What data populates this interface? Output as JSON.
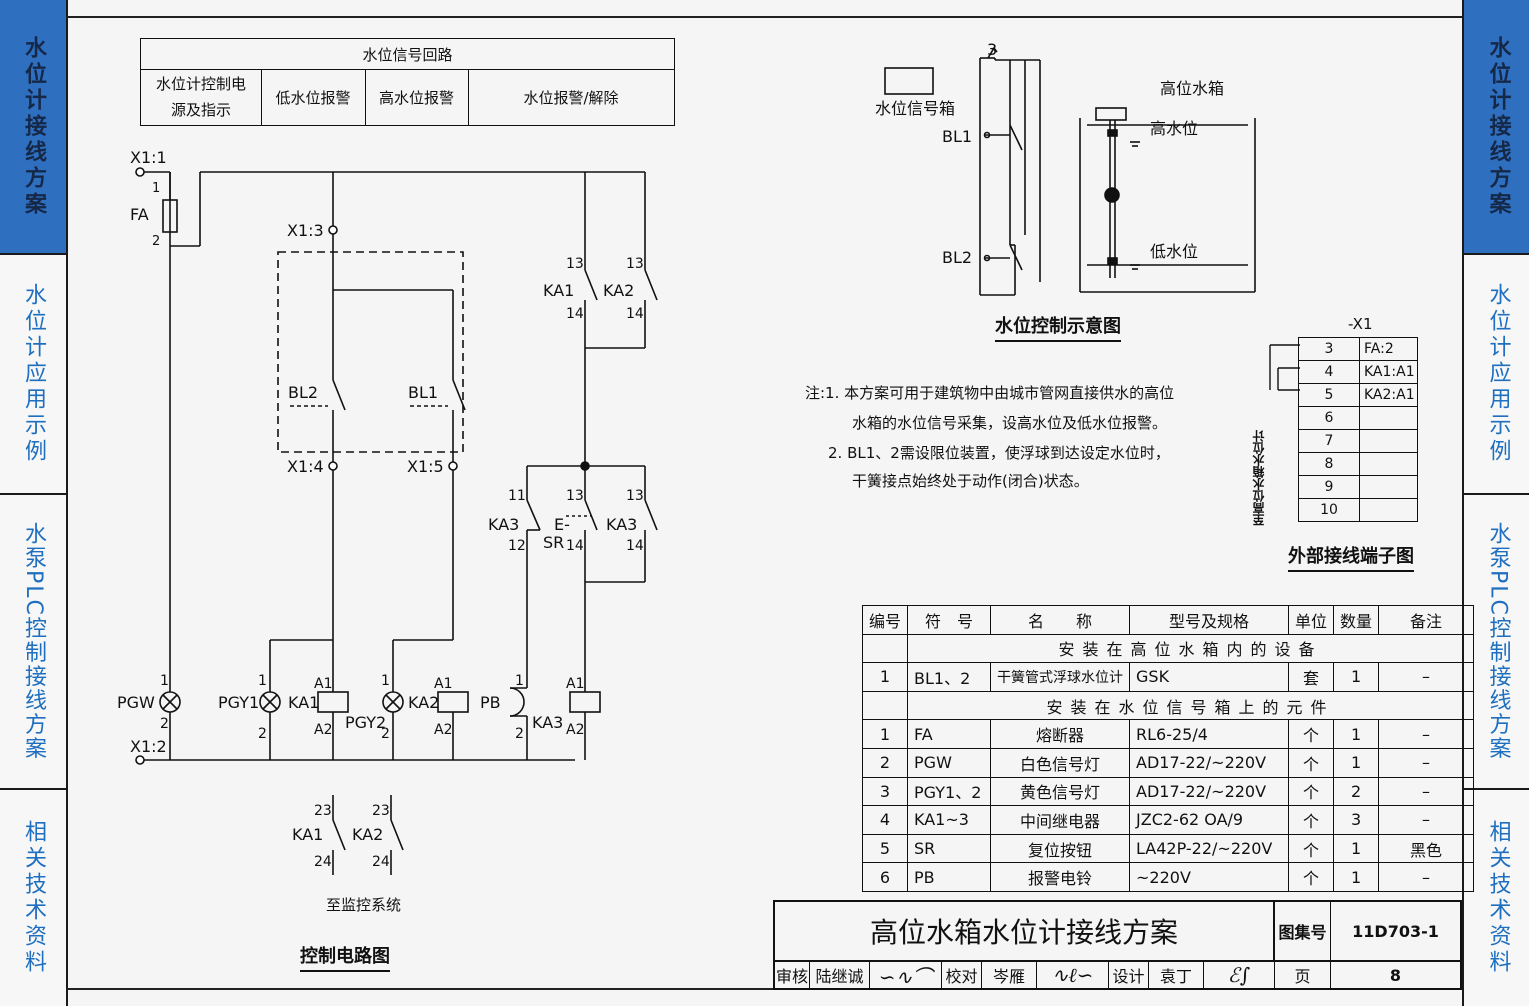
{
  "sidebar_left": [
    {
      "label": "水位计接线方案",
      "active": true
    },
    {
      "label": "水位计应用示例",
      "active": false
    },
    {
      "label": "水泵PLC控制接线方案",
      "active": false
    },
    {
      "label": "相关技术资料",
      "active": false
    }
  ],
  "sidebar_right": [
    {
      "label": "水位计接线方案",
      "active": true
    },
    {
      "label": "水位计应用示例",
      "active": false
    },
    {
      "label": "水泵PLC控制接线方案",
      "active": false
    },
    {
      "label": "相关技术资料",
      "active": false
    }
  ],
  "circuit_header": {
    "title": "水位信号回路",
    "col1_line1": "水位计控制电",
    "col1_line2": "源及指示",
    "col2": "低水位报警",
    "col3": "高水位报警",
    "col4": "水位报警/解除"
  },
  "circuit_labels": {
    "x1_1": "X1:1",
    "x1_2": "X1:2",
    "x1_3": "X1:3",
    "x1_4": "X1:4",
    "x1_5": "X1:5",
    "fa": "FA",
    "pgw": "PGW",
    "pgy1": "PGY1",
    "pgy2": "PGY2",
    "ka1": "KA1",
    "ka2": "KA2",
    "ka3": "KA3",
    "pb": "PB",
    "sr": "SR",
    "e": "E-",
    "bl1": "BL1",
    "bl2": "BL2",
    "n1": "1",
    "n2": "2",
    "a1": "A1",
    "a2": "A2",
    "n11": "11",
    "n12": "12",
    "n13": "13",
    "n14": "14",
    "n23": "23",
    "n24": "24"
  },
  "monitor_label": "至监控系统",
  "circuit_title": "控制电路图",
  "tank": {
    "signal_box": "水位信号箱",
    "tank_label": "高位水箱",
    "high_level": "高水位",
    "low_level": "低水位",
    "wire_no": "3",
    "bl1": "BL1",
    "bl2": "BL2",
    "title": "水位控制示意图"
  },
  "notes": [
    "注:1. 本方案可用于建筑物中由城市管网直接供水的高位",
    "水箱的水位信号采集，设高水位及低水位报警。",
    "2. BL1、2需设限位装置，使浮球到达设定水位时，",
    "干簧接点始终处于动作(闭合)状态。"
  ],
  "terminal": {
    "header": "-X1",
    "side_label": "至高位水箱水位计",
    "rows": [
      {
        "no": "3",
        "conn": "FA:2"
      },
      {
        "no": "4",
        "conn": "KA1:A1"
      },
      {
        "no": "5",
        "conn": "KA2:A1"
      },
      {
        "no": "6",
        "conn": ""
      },
      {
        "no": "7",
        "conn": ""
      },
      {
        "no": "8",
        "conn": ""
      },
      {
        "no": "9",
        "conn": ""
      },
      {
        "no": "10",
        "conn": ""
      }
    ],
    "title": "外部接线端子图"
  },
  "bom": {
    "headers": [
      "编号",
      "符　号",
      "名　　称",
      "型号及规格",
      "单位",
      "数量",
      "备注"
    ],
    "group1": "安装在高位水箱内的设备",
    "group1_rows": [
      {
        "no": "1",
        "sym": "BL1、2",
        "name": "干簧管式浮球水位计",
        "model": "GSK",
        "unit": "套",
        "qty": "1",
        "note": "–"
      }
    ],
    "group2": "安装在水位信号箱上的元件",
    "group2_rows": [
      {
        "no": "1",
        "sym": "FA",
        "name": "熔断器",
        "model": "RL6-25/4",
        "unit": "个",
        "qty": "1",
        "note": "–"
      },
      {
        "no": "2",
        "sym": "PGW",
        "name": "白色信号灯",
        "model": "AD17-22/~220V",
        "unit": "个",
        "qty": "1",
        "note": "–"
      },
      {
        "no": "3",
        "sym": "PGY1、2",
        "name": "黄色信号灯",
        "model": "AD17-22/~220V",
        "unit": "个",
        "qty": "2",
        "note": "–"
      },
      {
        "no": "4",
        "sym": "KA1~3",
        "name": "中间继电器",
        "model": "JZC2-62  OA/9",
        "unit": "个",
        "qty": "3",
        "note": "–"
      },
      {
        "no": "5",
        "sym": "SR",
        "name": "复位按钮",
        "model": "LA42P-22/~220V",
        "unit": "个",
        "qty": "1",
        "note": "黑色"
      },
      {
        "no": "6",
        "sym": "PB",
        "name": "报警电铃",
        "model": "~220V",
        "unit": "个",
        "qty": "1",
        "note": "–"
      }
    ]
  },
  "title_block": {
    "title": "高位水箱水位计接线方案",
    "atlas_label": "图集号",
    "atlas_no": "11D703-1",
    "review": "审核",
    "reviewer": "陆继诚",
    "check": "校对",
    "checker": "岑雁",
    "design": "设计",
    "designer": "袁丁",
    "page_label": "页",
    "page_no": "8"
  },
  "colors": {
    "accent": "#2f6fc0",
    "tab_text": "#1f6fc0",
    "line": "#111111"
  }
}
